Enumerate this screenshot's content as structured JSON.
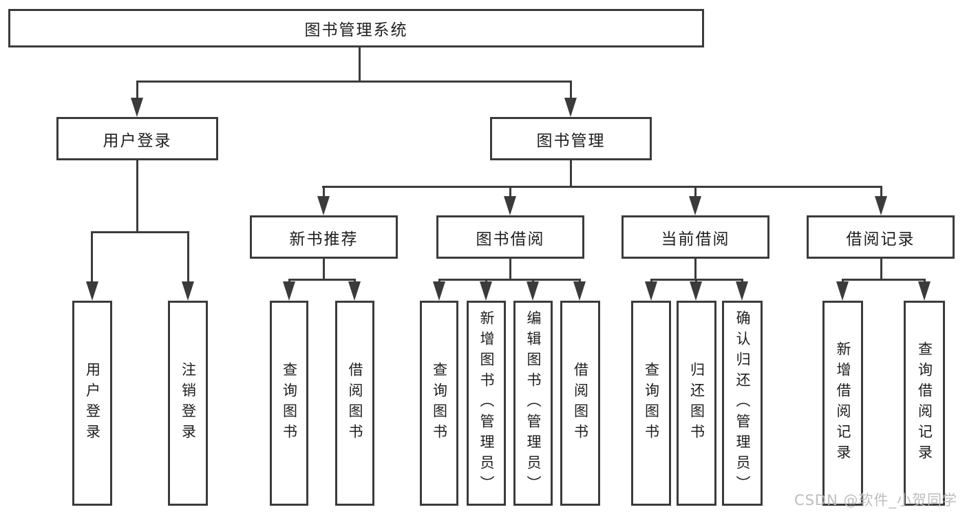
{
  "nodes": {
    "root": "图书管理系统",
    "user_login": "用户登录",
    "book_management": "图书管理",
    "new_book_recommend": "新书推荐",
    "book_borrow": "图书借阅",
    "current_borrow": "当前借阅",
    "borrow_record": "借阅记录",
    "leaf_user_login": "用户登录",
    "leaf_logout": "注销登录",
    "leaf_nbr_query_book": "查询图书",
    "leaf_nbr_borrow_book": "借阅图书",
    "leaf_bb_query_book": "查询图书",
    "leaf_bb_add_book": "新增图书（管理员）",
    "leaf_bb_edit_book": "编辑图书（管理员）",
    "leaf_bb_borrow_book": "借阅图书",
    "leaf_cb_query_book": "查询图书",
    "leaf_cb_return_book": "归还图书",
    "leaf_cb_confirm_return": "确认归还（管理员）",
    "leaf_br_add_record": "新增借阅记录",
    "leaf_br_query_record": "查询借阅记录"
  },
  "watermark": "CSDN @软件_小贺同学",
  "colors": {
    "line": "#3b3b3b",
    "text": "#1e1e1e",
    "watermark": "#b9b9b9",
    "background": "#ffffff"
  }
}
